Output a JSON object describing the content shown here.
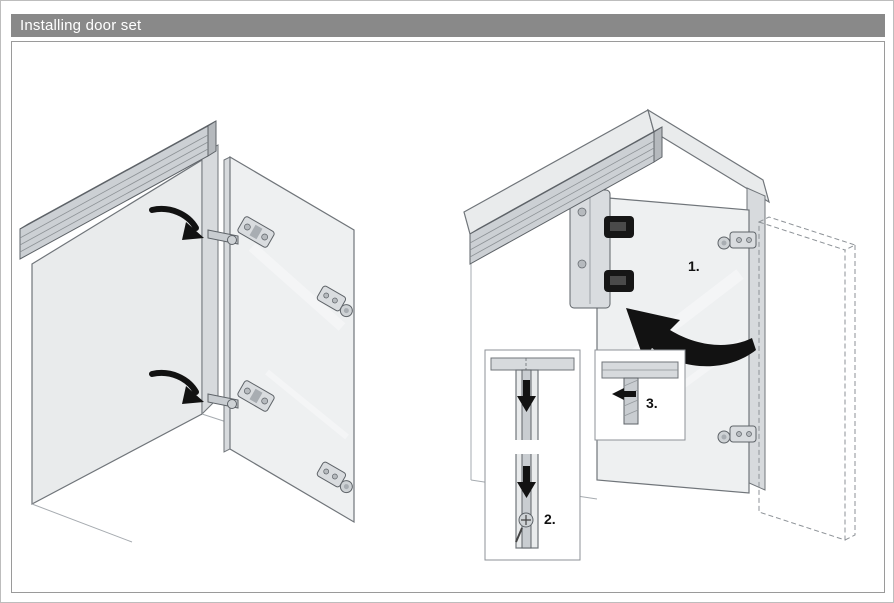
{
  "header": {
    "title": "Installing door set"
  },
  "figure": {
    "steps": [
      {
        "id": 1,
        "label": "1."
      },
      {
        "id": 2,
        "label": "2."
      },
      {
        "id": 3,
        "label": "3."
      }
    ]
  },
  "colors": {
    "header_bg": "#898989",
    "header_text": "#ffffff",
    "panel_border": "#9a9a9a",
    "line_art": "#70757a",
    "arrow": "#121212"
  }
}
